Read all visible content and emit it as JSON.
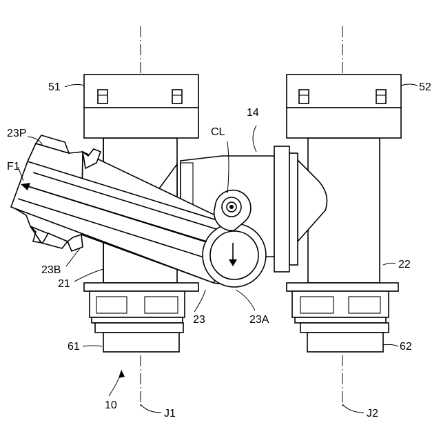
{
  "labels": {
    "l51": "51",
    "l52": "52",
    "l14": "14",
    "lCL": "CL",
    "l23P": "23P",
    "lF1": "F1",
    "l23B": "23B",
    "l21": "21",
    "l22": "22",
    "l23": "23",
    "l23A": "23A",
    "l61": "61",
    "l62": "62",
    "l10": "10",
    "lJ1": "J1",
    "lJ2": "J2"
  }
}
